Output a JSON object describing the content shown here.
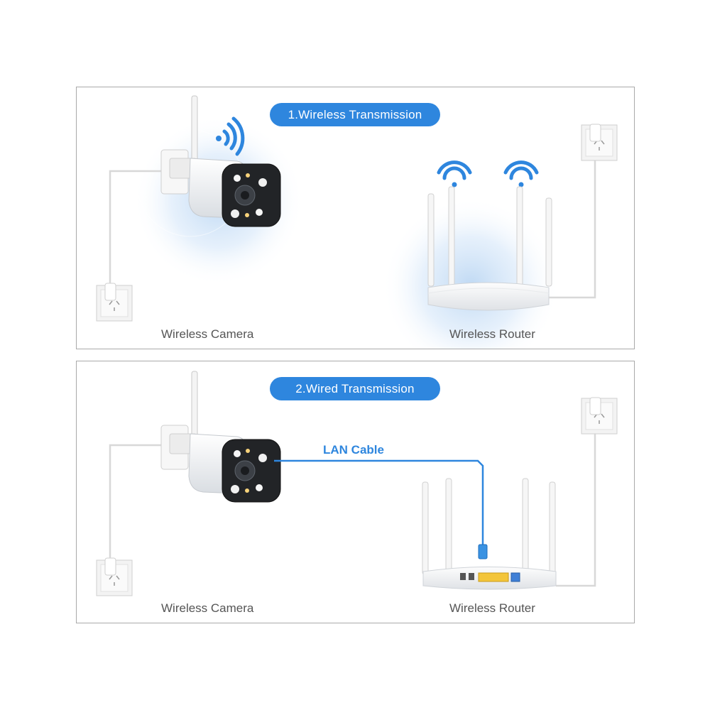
{
  "panels": [
    {
      "title": "1.Wireless Transmission",
      "camera_label": "Wireless Camera",
      "router_label": "Wireless Router"
    },
    {
      "title": "2.Wired Transmission",
      "camera_label": "Wireless Camera",
      "router_label": "Wireless Router",
      "cable_label": "LAN Cable"
    }
  ],
  "colors": {
    "accent": "#2e86de",
    "wifi_glow": "#cfe3f7",
    "border": "#a9a9a9",
    "caption": "#555555"
  },
  "icons": [
    "camera-icon",
    "router-icon",
    "wifi-signal-icon",
    "power-outlet-icon",
    "power-adapter-icon",
    "lan-cable-icon"
  ]
}
